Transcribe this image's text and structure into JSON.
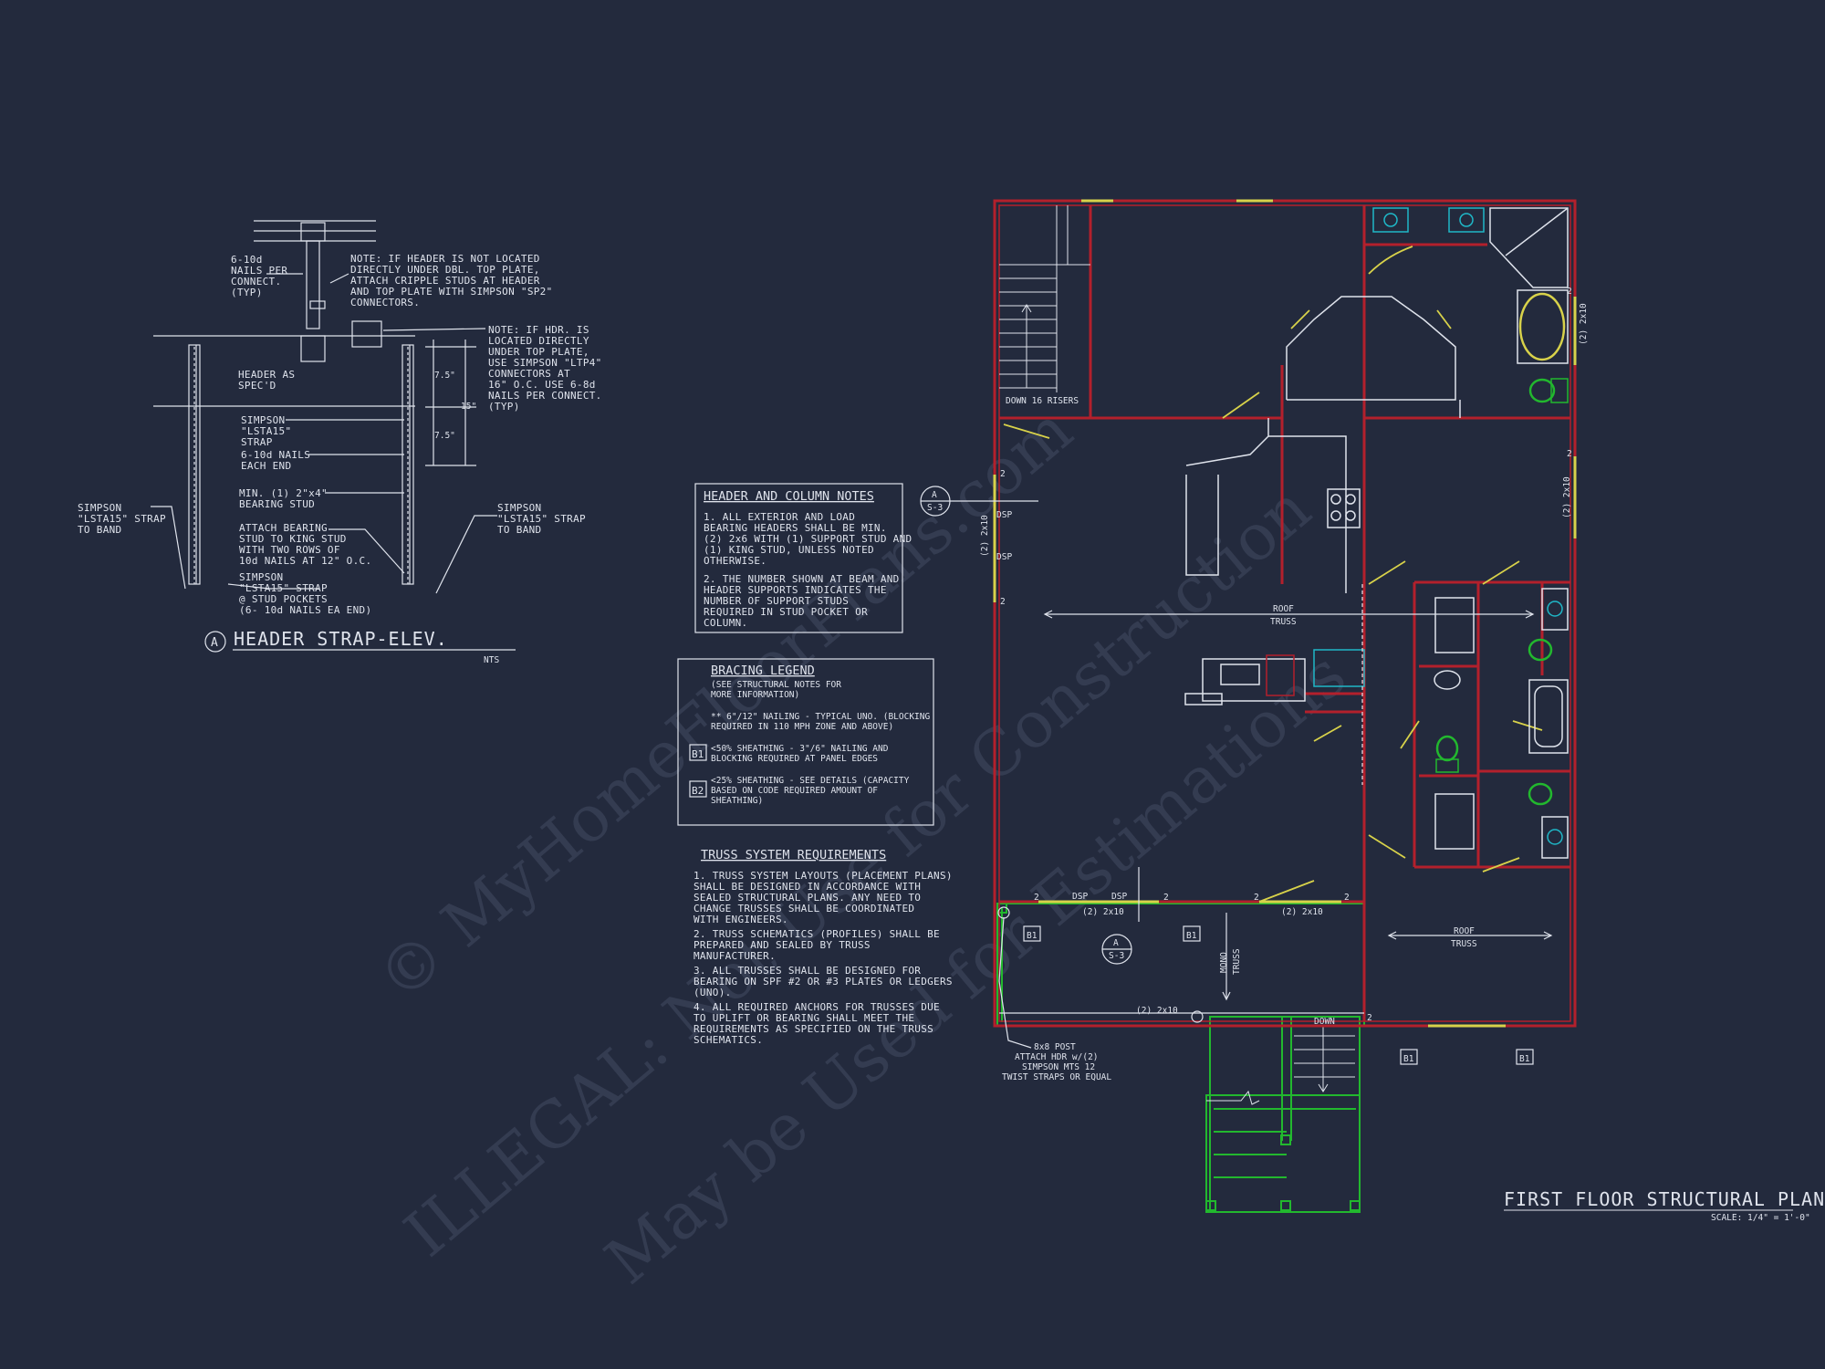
{
  "detail": {
    "marker": "A",
    "title": "HEADER STRAP-ELEV.",
    "scale": "NTS",
    "note_nails": [
      "6-10d",
      "NAILS PER",
      "CONNECT.",
      "(TYP)"
    ],
    "note_top": [
      "NOTE: IF HEADER IS NOT LOCATED",
      "DIRECTLY UNDER DBL. TOP PLATE,",
      "ATTACH CRIPPLE STUDS AT HEADER",
      "AND TOP PLATE WITH SIMPSON \"SP2\"",
      "CONNECTORS."
    ],
    "note_right": [
      "NOTE: IF HDR. IS",
      "LOCATED DIRECTLY",
      "UNDER TOP PLATE,",
      "USE SIMPSON \"LTP4\"",
      "CONNECTORS AT",
      "16\" O.C.  USE 6-8d",
      "NAILS PER CONNECT.",
      "(TYP)"
    ],
    "header_label": [
      "HEADER AS",
      "SPEC'D"
    ],
    "strap_label": [
      "SIMPSON",
      "\"LSTA15\"",
      "STRAP"
    ],
    "nails_each_end": [
      "6-10d NAILS",
      "EACH END"
    ],
    "bearing_stud": [
      "MIN. (1) 2\"x4\"",
      "BEARING STUD"
    ],
    "attach_bearing": [
      "ATTACH BEARING",
      "STUD TO KING STUD",
      "WITH TWO ROWS OF",
      "10d NAILS AT 12\" O.C."
    ],
    "strap_pockets": [
      "SIMPSON",
      "\"LSTA15\" STRAP",
      "@ STUD POCKETS",
      "(6- 10d NAILS EA END)"
    ],
    "left_strap": [
      "SIMPSON",
      "\"LSTA15\" STRAP",
      "TO BAND"
    ],
    "right_strap": [
      "SIMPSON",
      "\"LSTA15\" STRAP",
      "TO BAND"
    ],
    "dims": [
      "7.5\"",
      "15\"",
      "7.5\""
    ]
  },
  "header_notes": {
    "title": "HEADER AND COLUMN NOTES",
    "lines": [
      "1. ALL EXTERIOR AND LOAD",
      "BEARING HEADERS SHALL BE MIN.",
      "(2) 2x6 WITH (1) SUPPORT STUD AND",
      "(1) KING STUD, UNLESS NOTED",
      "OTHERWISE.",
      "",
      "2. THE NUMBER SHOWN AT BEAM AND",
      "HEADER SUPPORTS INDICATES THE",
      "NUMBER OF SUPPORT STUDS",
      "REQUIRED IN STUD POCKET OR",
      "COLUMN."
    ]
  },
  "bracing_legend": {
    "title": "BRACING LEGEND",
    "sub": [
      "(SEE STRUCTURAL NOTES FOR",
      "MORE INFORMATION)"
    ],
    "item1": [
      "** 6\"/12\" NAILING - TYPICAL UNO. (BLOCKING",
      "REQUIRED IN 110 MPH ZONE AND ABOVE)"
    ],
    "item2_tag": "B1",
    "item2": [
      "<50% SHEATHING - 3\"/6\" NAILING AND",
      "BLOCKING REQUIRED AT PANEL EDGES"
    ],
    "item3_tag": "B2",
    "item3": [
      "<25% SHEATHING - SEE DETAILS (CAPACITY",
      "BASED ON CODE REQUIRED AMOUNT OF",
      "SHEATHING)"
    ]
  },
  "truss_requirements": {
    "title": "TRUSS SYSTEM REQUIREMENTS",
    "lines": [
      "1. TRUSS SYSTEM LAYOUTS (PLACEMENT PLANS)",
      "SHALL BE DESIGNED IN ACCORDANCE WITH",
      "SEALED STRUCTURAL PLANS. ANY NEED TO",
      "CHANGE TRUSSES SHALL BE COORDINATED",
      "WITH  ENGINEERS.",
      "",
      "2. TRUSS SCHEMATICS (PROFILES) SHALL BE",
      "PREPARED AND SEALED BY TRUSS",
      "MANUFACTURER.",
      "",
      "3. ALL TRUSSES SHALL BE DESIGNED FOR",
      "BEARING ON SPF #2 OR #3 PLATES OR LEDGERS",
      "(UNO).",
      "",
      "4. ALL REQUIRED ANCHORS FOR TRUSSES DUE",
      "TO UPLIFT OR BEARING SHALL MEET THE",
      "REQUIREMENTS AS SPECIFIED ON THE TRUSS",
      "SCHEMATICS."
    ]
  },
  "plan": {
    "title": "FIRST FLOOR STRUCTURAL PLAN",
    "scale": "SCALE: 1/4\" = 1'-0\"",
    "stair_note": "DOWN 16 RISERS",
    "roof_truss": [
      "ROOF",
      "TRUSS"
    ],
    "mono_truss": [
      "MONO",
      "TRUSS"
    ],
    "dsp": "DSP",
    "header_2x10": "(2) 2x10",
    "num_2": "2",
    "section_top": "A",
    "section_bottom": "S-3",
    "b1": "B1",
    "down": "DOWN",
    "post_note": [
      "8x8 POST",
      "ATTACH HDR w/(2)",
      "SIMPSON MTS 12",
      "TWIST STRAPS OR EQUAL"
    ]
  },
  "watermark": {
    "line1": "© MyHomeFloorPlans.com",
    "line2": "ILLEGAL: Not Use for Construction",
    "line3": "May be Used for Estimations"
  },
  "colors": {
    "background": "#232a3d",
    "wall": "#b3202c",
    "window": "#d8d24a",
    "porch": "#22b82e",
    "fixture": "#1fb8c8",
    "line": "#dfe3ec"
  }
}
